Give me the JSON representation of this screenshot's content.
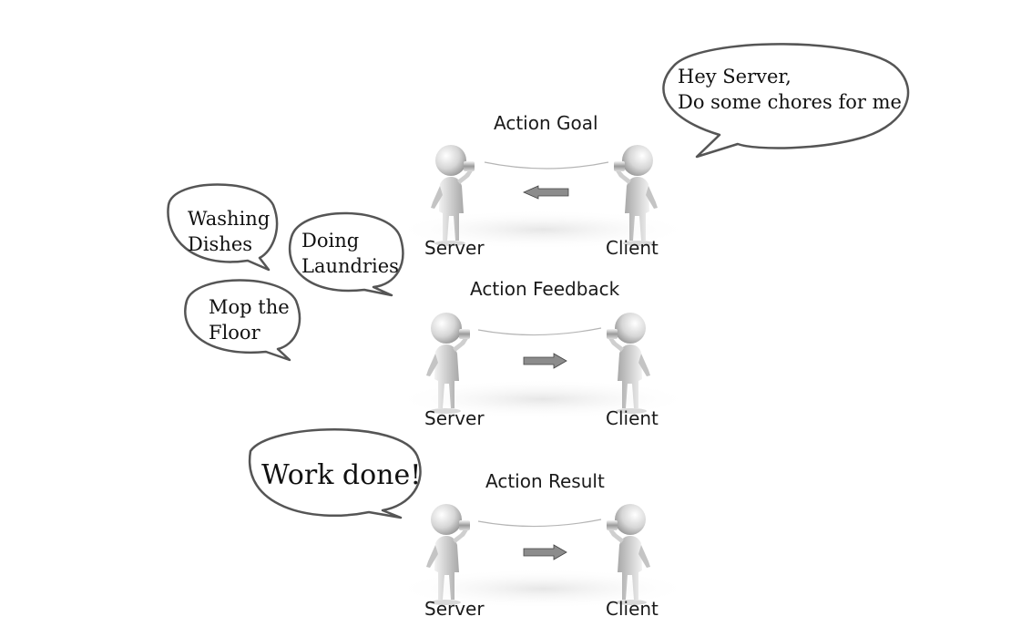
{
  "panels": [
    {
      "title": "Action Goal",
      "server": "Server",
      "client": "Client",
      "arrow": "left"
    },
    {
      "title": "Action Feedback",
      "server": "Server",
      "client": "Client",
      "arrow": "right"
    },
    {
      "title": "Action Result",
      "server": "Server",
      "client": "Client",
      "arrow": "right"
    }
  ],
  "bubbles": {
    "client_request": {
      "line1": "Hey Server,",
      "line2": "Do some chores for me"
    },
    "washing": {
      "line1": "Washing",
      "line2": "Dishes"
    },
    "laundries": {
      "line1": "Doing",
      "line2": "Laundries"
    },
    "mop": {
      "line1": "Mop the",
      "line2": "Floor"
    },
    "done": {
      "line1": "Work done!"
    }
  },
  "colors": {
    "figure": "#d9d9d9",
    "figure_shade": "#9e9e9e",
    "arrow": "#8c8c8c",
    "bubble_stroke": "#555555",
    "floor": "#ededed"
  }
}
